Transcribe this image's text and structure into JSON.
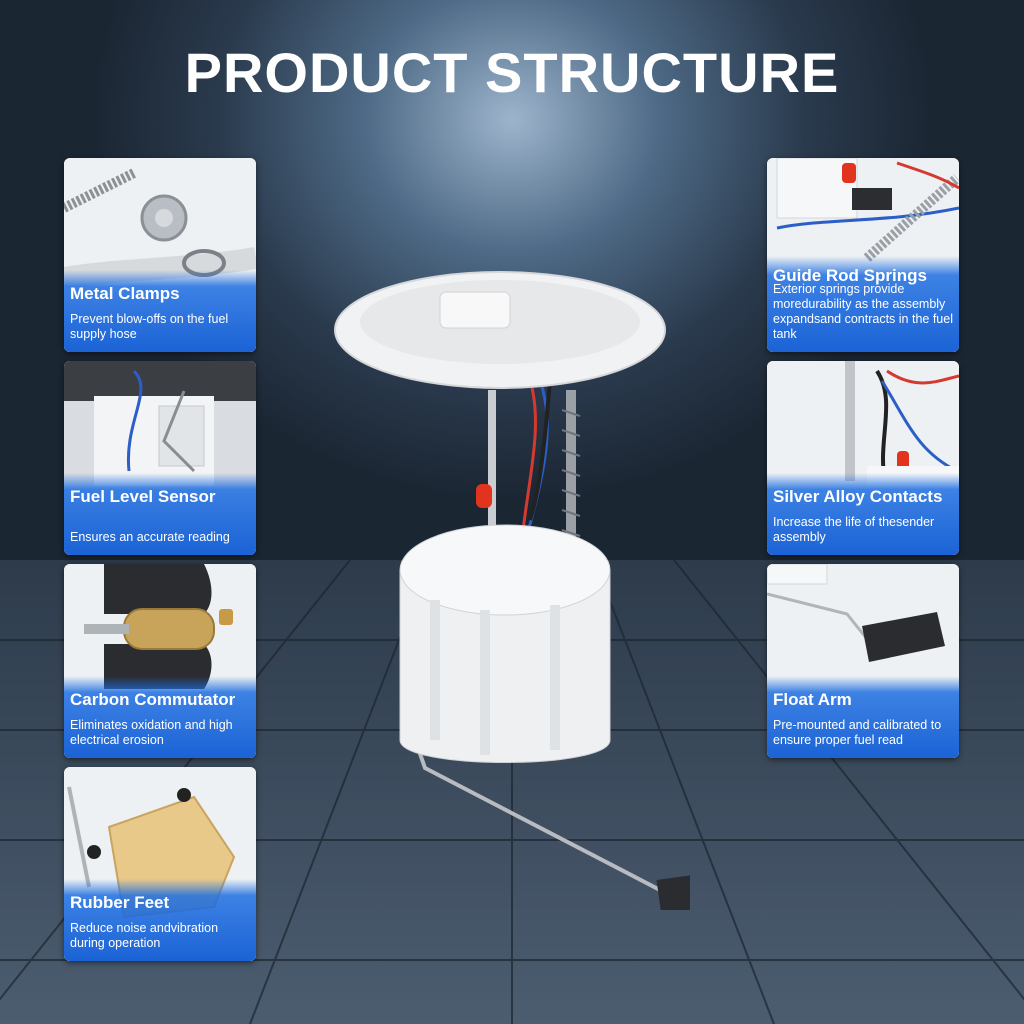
{
  "title": "PRODUCT STRUCTURE",
  "colors": {
    "accent_blue": "#1b63d6",
    "background_dark": "#1b2633"
  },
  "left_cards": [
    {
      "title": "Metal Clamps",
      "desc": "Prevent blow-offs on the fuel supply hose"
    },
    {
      "title": "Fuel Level Sensor",
      "desc": "Ensures an accurate reading"
    },
    {
      "title": "Carbon Commutator",
      "desc": "Eliminates oxidation and high electrical erosion"
    },
    {
      "title": "Rubber Feet",
      "desc": "Reduce noise andvibration during operation"
    }
  ],
  "right_cards": [
    {
      "title": "Guide Rod Springs",
      "desc": "Exterior springs provide moredurability as the assembly expandsand contracts in the fuel tank"
    },
    {
      "title": "Silver Alloy Contacts",
      "desc": "Increase the life of thesender assembly"
    },
    {
      "title": "Float Arm",
      "desc": "Pre-mounted and calibrated to ensure proper fuel read"
    }
  ]
}
